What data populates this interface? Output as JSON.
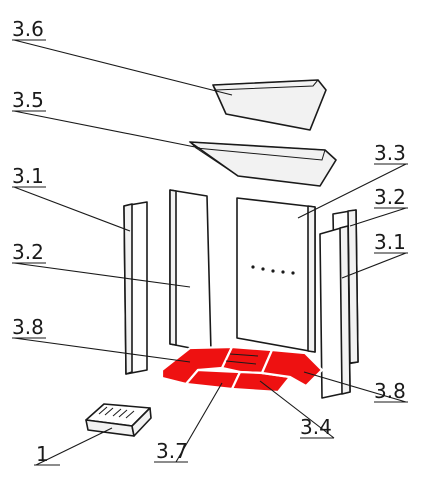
{
  "diagram": {
    "highlight_color": "#ee1111",
    "labels": {
      "p3_6": "3.6",
      "p3_5": "3.5",
      "p3_3": "3.3",
      "p3_1_left": "3.1",
      "p3_2_right": "3.2",
      "p3_2_left": "3.2",
      "p3_1_right": "3.1",
      "p3_8_left": "3.8",
      "p3_8_right": "3.8",
      "p3_4": "3.4",
      "p3_7": "3.7",
      "p1": "1"
    }
  }
}
